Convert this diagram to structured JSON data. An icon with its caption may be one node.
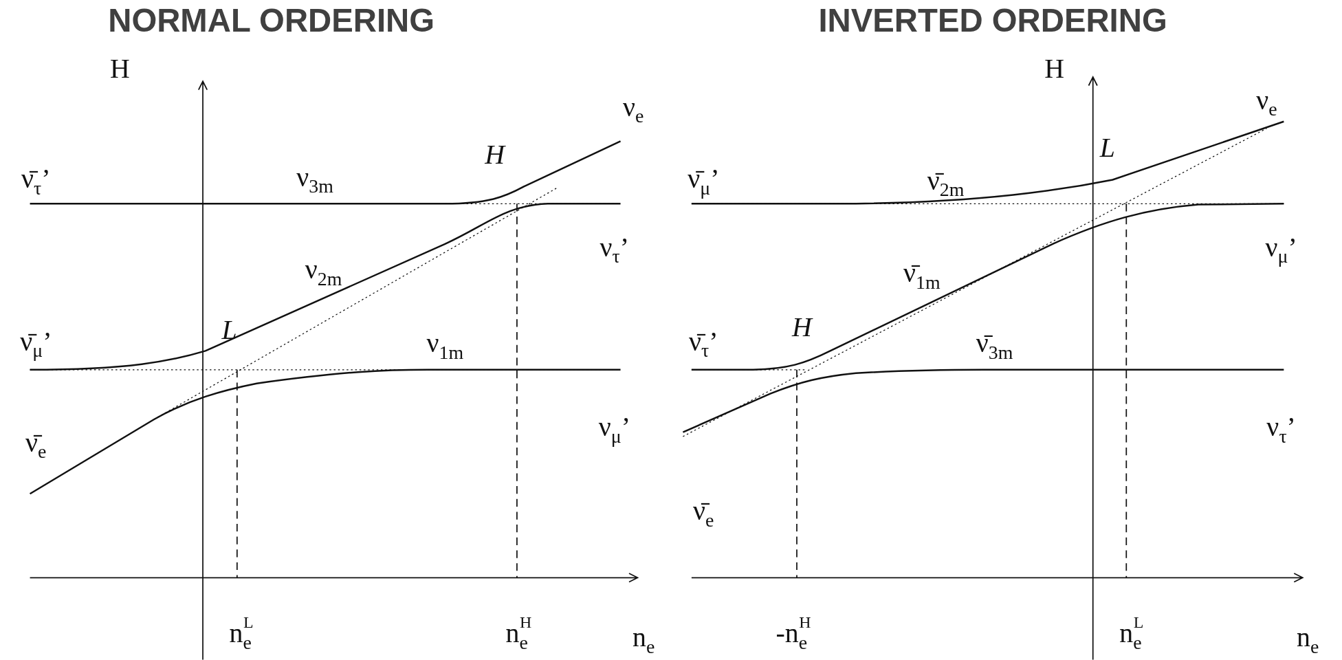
{
  "diagram": {
    "labels": [
      "NORMAL ORDERING",
      "INVERTED ORDERING",
      "H",
      "ν$_{e}$",
      "ν̄$_{τ}$’",
      "H",
      "ν$_{3m}$",
      "ν$_{τ}$’",
      "ν$_{2m}$",
      "ν̄$_{μ}$’",
      "L",
      "ν$_{1m}$",
      "ν̄$_{e}$",
      "ν$_{μ}$’",
      "n$_{e}$$^{L}$",
      "n$_{e}$$^{H}$",
      "n$_{e}$",
      "H",
      "ν$_{e}$",
      "ν̄$_{μ}$’",
      "ν̄$_{2m}$",
      "L",
      "ν$_{μ}$’",
      "ν̄$_{1m}$",
      "ν̄$_{τ}$’",
      "H",
      "ν̄$_{3m}$",
      "ν$_{τ}$’",
      "ν̄$_{e}$",
      "-n$_{e}$$^{H}$",
      "n$_{e}$$^{L}$",
      "n$_{e}$"
    ]
  }
}
